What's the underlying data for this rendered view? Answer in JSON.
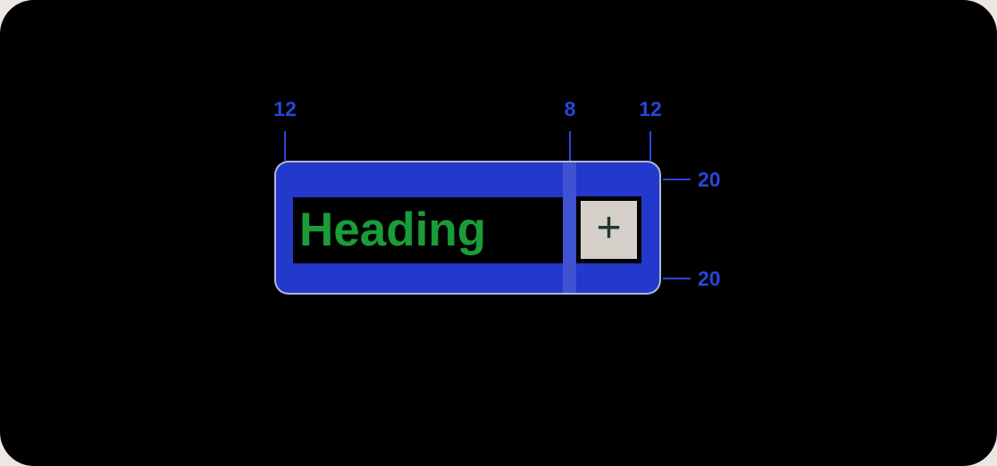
{
  "page": {
    "background_color": "#ECE7E2",
    "artboard_color": "#000000"
  },
  "component": {
    "container_color": "#2339CB",
    "outline_color": "#CDCBDE",
    "heading": {
      "text": "Heading",
      "text_color": "#1A9C38",
      "background_color": "#000000"
    },
    "add_button": {
      "glyph": "+",
      "background_color": "#D4CFC9",
      "glyph_color": "#1D3A2C",
      "border_color": "#000000"
    }
  },
  "annotations": {
    "color": "#2A46D6",
    "top_measurements": [
      {
        "label": "12",
        "meaning": "left padding"
      },
      {
        "label": "8",
        "meaning": "gap"
      },
      {
        "label": "12",
        "meaning": "right padding"
      }
    ],
    "right_measurements": [
      {
        "label": "20",
        "meaning": "top padding"
      },
      {
        "label": "20",
        "meaning": "bottom padding"
      }
    ]
  }
}
